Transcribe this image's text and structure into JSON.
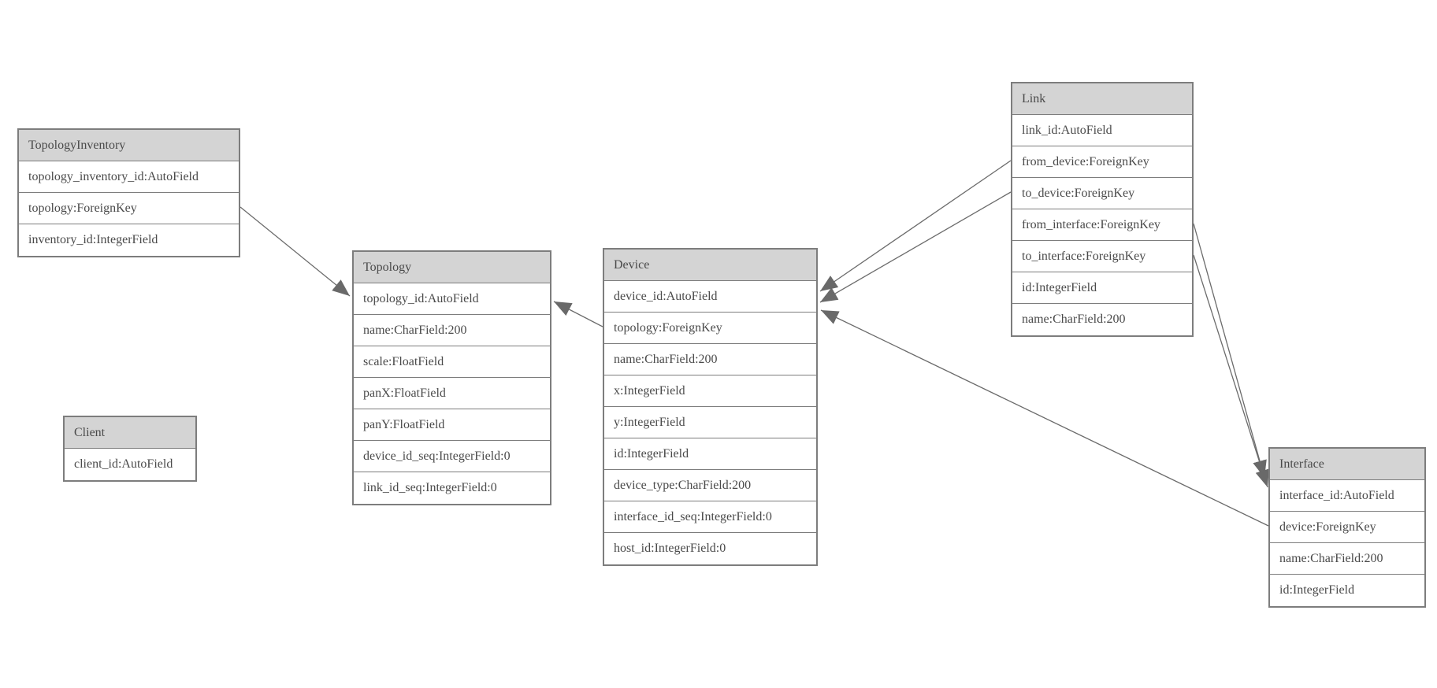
{
  "diagram": {
    "type": "entity-relationship-model-diagram",
    "colors": {
      "background": "#ffffff",
      "header_fill": "#d4d4d4",
      "border": "#7d7d7d",
      "text": "#4a4a4a",
      "connector": "#6b6b6b",
      "arrowhead": "#696969"
    }
  },
  "entities": {
    "topology_inventory": {
      "title": "TopologyInventory",
      "fields": [
        "topology_inventory_id:AutoField",
        "topology:ForeignKey",
        "inventory_id:IntegerField"
      ]
    },
    "topology": {
      "title": "Topology",
      "fields": [
        "topology_id:AutoField",
        "name:CharField:200",
        "scale:FloatField",
        "panX:FloatField",
        "panY:FloatField",
        "device_id_seq:IntegerField:0",
        "link_id_seq:IntegerField:0"
      ]
    },
    "client": {
      "title": "Client",
      "fields": [
        "client_id:AutoField"
      ]
    },
    "device": {
      "title": "Device",
      "fields": [
        "device_id:AutoField",
        "topology:ForeignKey",
        "name:CharField:200",
        "x:IntegerField",
        "y:IntegerField",
        "id:IntegerField",
        "device_type:CharField:200",
        "interface_id_seq:IntegerField:0",
        "host_id:IntegerField:0"
      ]
    },
    "link": {
      "title": "Link",
      "fields": [
        "link_id:AutoField",
        "from_device:ForeignKey",
        "to_device:ForeignKey",
        "from_interface:ForeignKey",
        "to_interface:ForeignKey",
        "id:IntegerField",
        "name:CharField:200"
      ]
    },
    "interface": {
      "title": "Interface",
      "fields": [
        "interface_id:AutoField",
        "device:ForeignKey",
        "name:CharField:200",
        "id:IntegerField"
      ]
    }
  },
  "relationships": [
    {
      "from": "TopologyInventory.topology",
      "to": "Topology"
    },
    {
      "from": "Device.topology",
      "to": "Topology"
    },
    {
      "from": "Link.from_device",
      "to": "Device"
    },
    {
      "from": "Link.to_device",
      "to": "Device"
    },
    {
      "from": "Link.from_interface",
      "to": "Interface"
    },
    {
      "from": "Link.to_interface",
      "to": "Interface"
    },
    {
      "from": "Interface.device",
      "to": "Device"
    }
  ]
}
